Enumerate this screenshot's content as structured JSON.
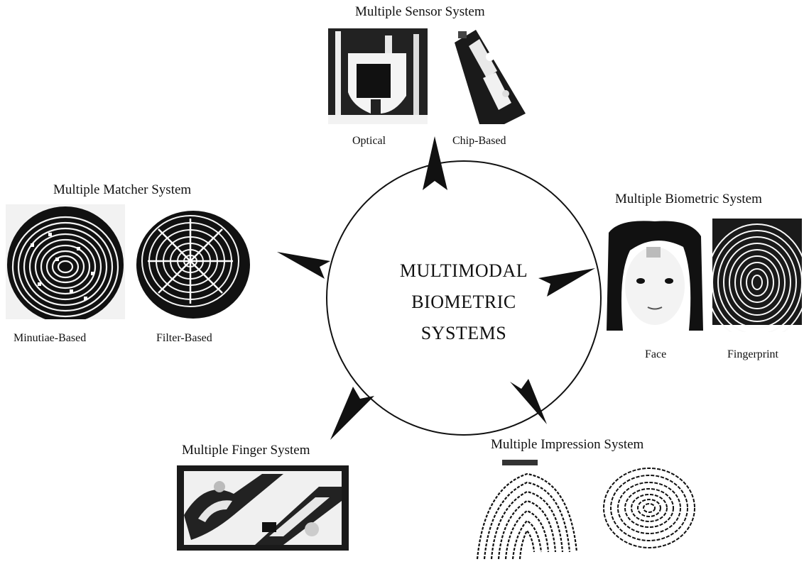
{
  "center": {
    "lines": [
      "MULTIMODAL",
      "BIOMETRIC",
      "SYSTEMS"
    ]
  },
  "sensor": {
    "title": "Multiple Sensor System",
    "left_caption": "Optical",
    "right_caption": "Chip-Based"
  },
  "biometric": {
    "title": "Multiple Biometric System",
    "left_caption": "Face",
    "right_caption": "Fingerprint"
  },
  "matcher": {
    "title": "Multiple Matcher System",
    "left_caption": "Minutiae-Based",
    "right_caption": "Filter-Based"
  },
  "finger": {
    "title": "Multiple Finger System"
  },
  "impression": {
    "title": "Multiple Impression System"
  },
  "colors": {
    "ink": "#111111",
    "background": "#ffffff"
  }
}
